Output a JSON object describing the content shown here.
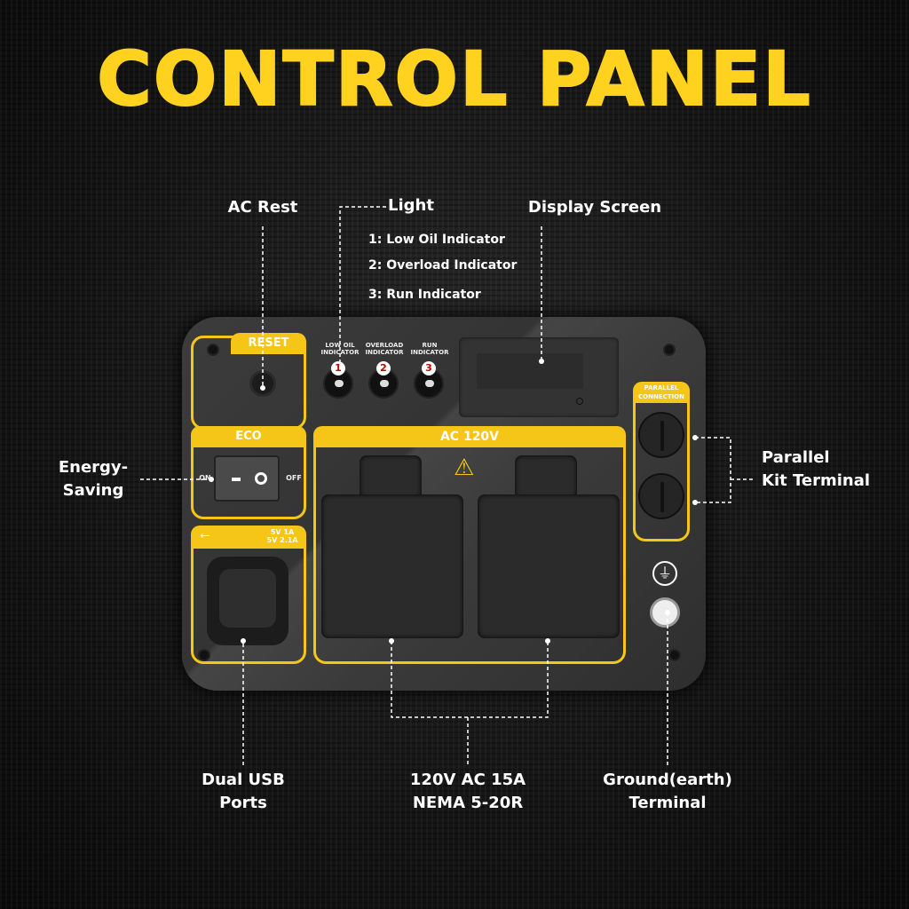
{
  "title": "CONTROL PANEL",
  "callouts": {
    "ac_reset": "AC Rest",
    "light": "Light",
    "light_list": [
      "1: Low Oil Indicator",
      "2: Overload Indicator",
      "3: Run Indicator"
    ],
    "display": "Display Screen",
    "energy_1": "Energy-",
    "energy_2": "Saving",
    "parallel_1": "Parallel",
    "parallel_2": "Kit Terminal",
    "usb_1": "Dual USB",
    "usb_2": "Ports",
    "ac_1": "120V AC 15A",
    "ac_2": "NEMA 5-20R",
    "ground_1": "Ground(earth)",
    "ground_2": "Terminal"
  },
  "panel": {
    "reset": "RESET",
    "indicators": [
      {
        "num": "1",
        "label": "LOW OIL INDICATOR"
      },
      {
        "num": "2",
        "label": "OVERLOAD INDICATOR"
      },
      {
        "num": "3",
        "label": "RUN INDICATOR"
      }
    ],
    "eco": "ECO",
    "on": "ON",
    "off": "OFF",
    "ac": "AC 120V",
    "usb_rating_1": "5V 1A",
    "usb_rating_2": "5V 2.1A",
    "parallel": "PARALLEL CONNECTION"
  },
  "colors": {
    "accent": "#ffd21f"
  }
}
